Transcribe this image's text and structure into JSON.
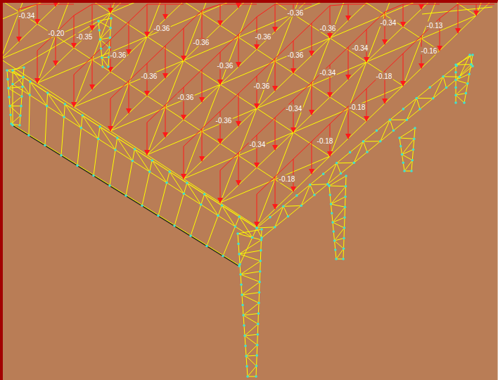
{
  "diagram": {
    "labels": [
      "-0.34",
      "-0.20",
      "-0.35",
      "-0.36",
      "-0.36",
      "-0.36",
      "-0.36",
      "-0.36",
      "-0.36",
      "-0.36",
      "-0.36",
      "-0.36",
      "-0.36",
      "-0.36",
      "-0.36",
      "-0.34",
      "-0.34",
      "-0.34",
      "-0.34",
      "-0.34",
      "-0.18",
      "-0.18",
      "-0.18",
      "-0.18",
      "-0.16",
      "-0.13"
    ]
  }
}
